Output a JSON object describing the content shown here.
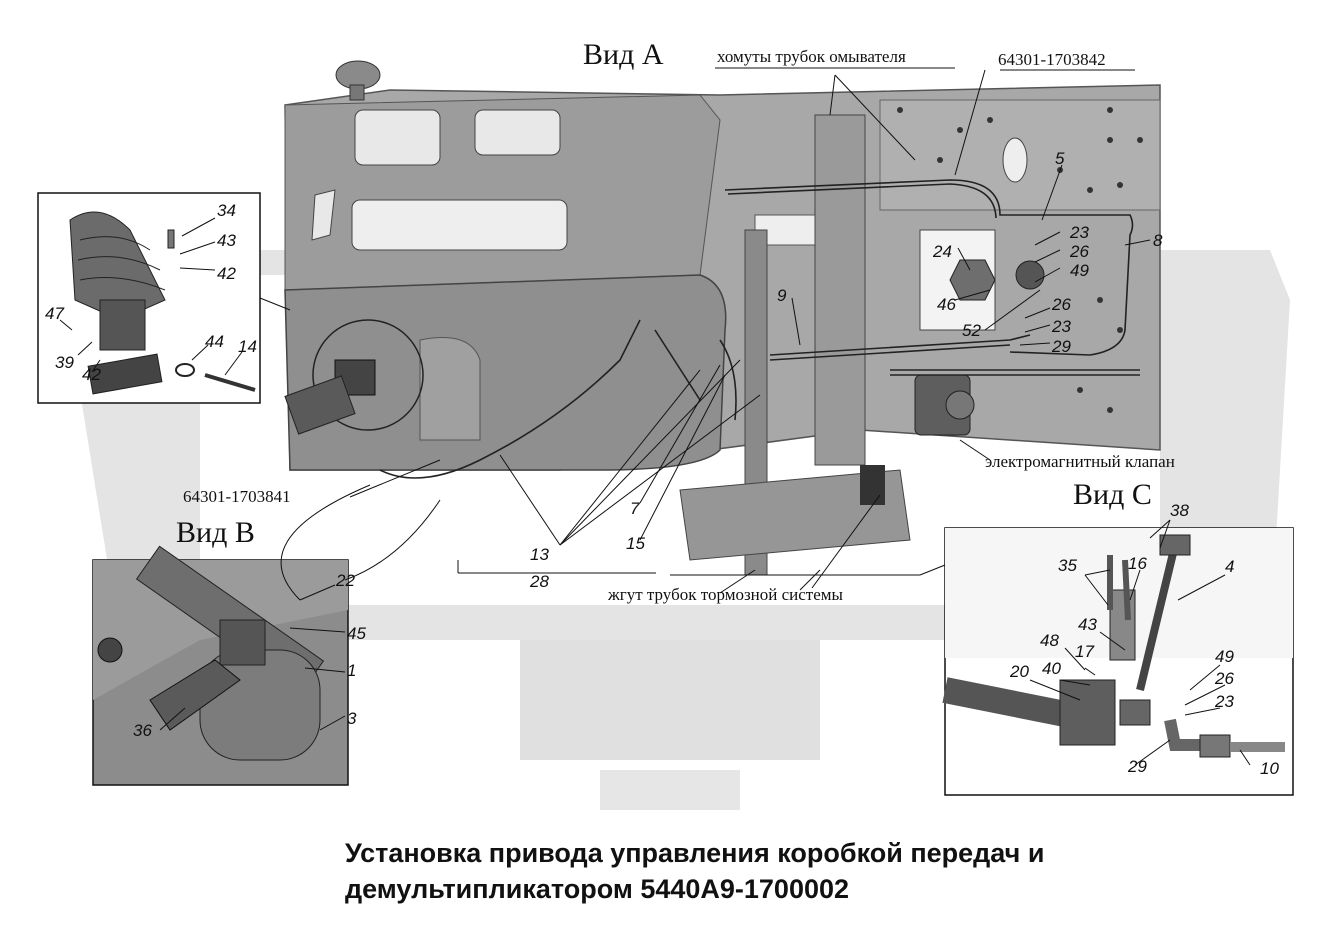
{
  "views": {
    "a": "Вид А",
    "b": "Вид B",
    "c": "Вид С"
  },
  "notes": {
    "washer_clamps": "хомуты трубок омывателя",
    "part_top": "64301-1703842",
    "part_left": "64301-1703841",
    "solenoid_valve": "электромагнитный клапан",
    "brake_harness": "жгут трубок тормозной системы"
  },
  "callouts": {
    "main": [
      "5",
      "23",
      "26",
      "49",
      "8",
      "24",
      "46",
      "52",
      "26",
      "23",
      "29",
      "9",
      "7",
      "15",
      "13",
      "28"
    ],
    "inset_top_left": [
      "34",
      "43",
      "42",
      "47",
      "39",
      "42",
      "44",
      "14"
    ],
    "inset_b": [
      "22",
      "45",
      "1",
      "3",
      "36"
    ],
    "inset_c": [
      "38",
      "35",
      "16",
      "4",
      "43",
      "48",
      "17",
      "40",
      "20",
      "49",
      "26",
      "23",
      "29",
      "10"
    ]
  },
  "title": {
    "line1": "Установка привода управления коробкой передач и",
    "line2": "демультипликатором 5440А9-1700002"
  },
  "colors": {
    "background": "#ffffff",
    "watermark": "#d9d9d9",
    "body_grey": "#a9a9a9",
    "dark_grey": "#6e6e6e",
    "line": "#111111"
  }
}
